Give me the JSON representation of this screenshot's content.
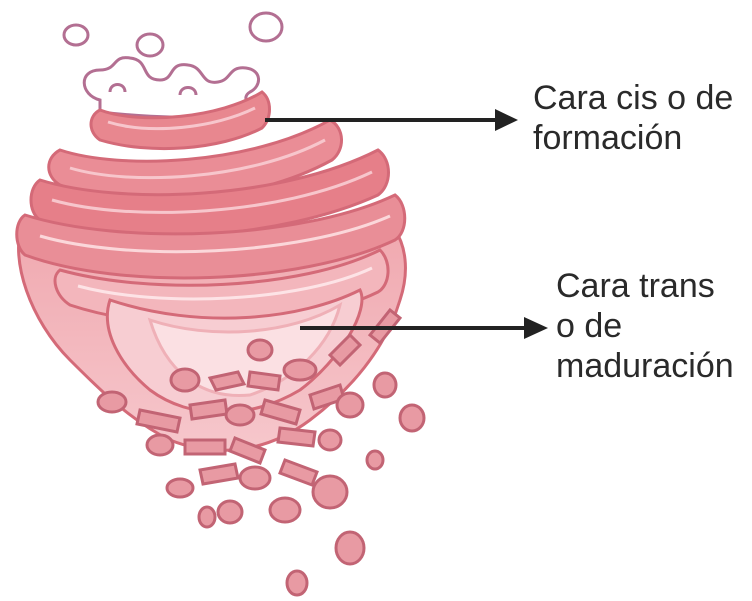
{
  "labels": {
    "cis": [
      "Cara cis o de",
      "formación"
    ],
    "trans": [
      "Cara trans",
      "o de",
      "maduración"
    ]
  },
  "colors": {
    "outline": "#d4707c",
    "outline_dark": "#c24d5b",
    "fill_light": "#f7cdd2",
    "fill_mid": "#e9929b",
    "fill_dark": "#d9606e",
    "vesicle_outline": "#b56b8e",
    "arrow": "#222222",
    "text": "#2a2a2a"
  },
  "icons": {
    "arrow": "arrow-right-icon"
  }
}
